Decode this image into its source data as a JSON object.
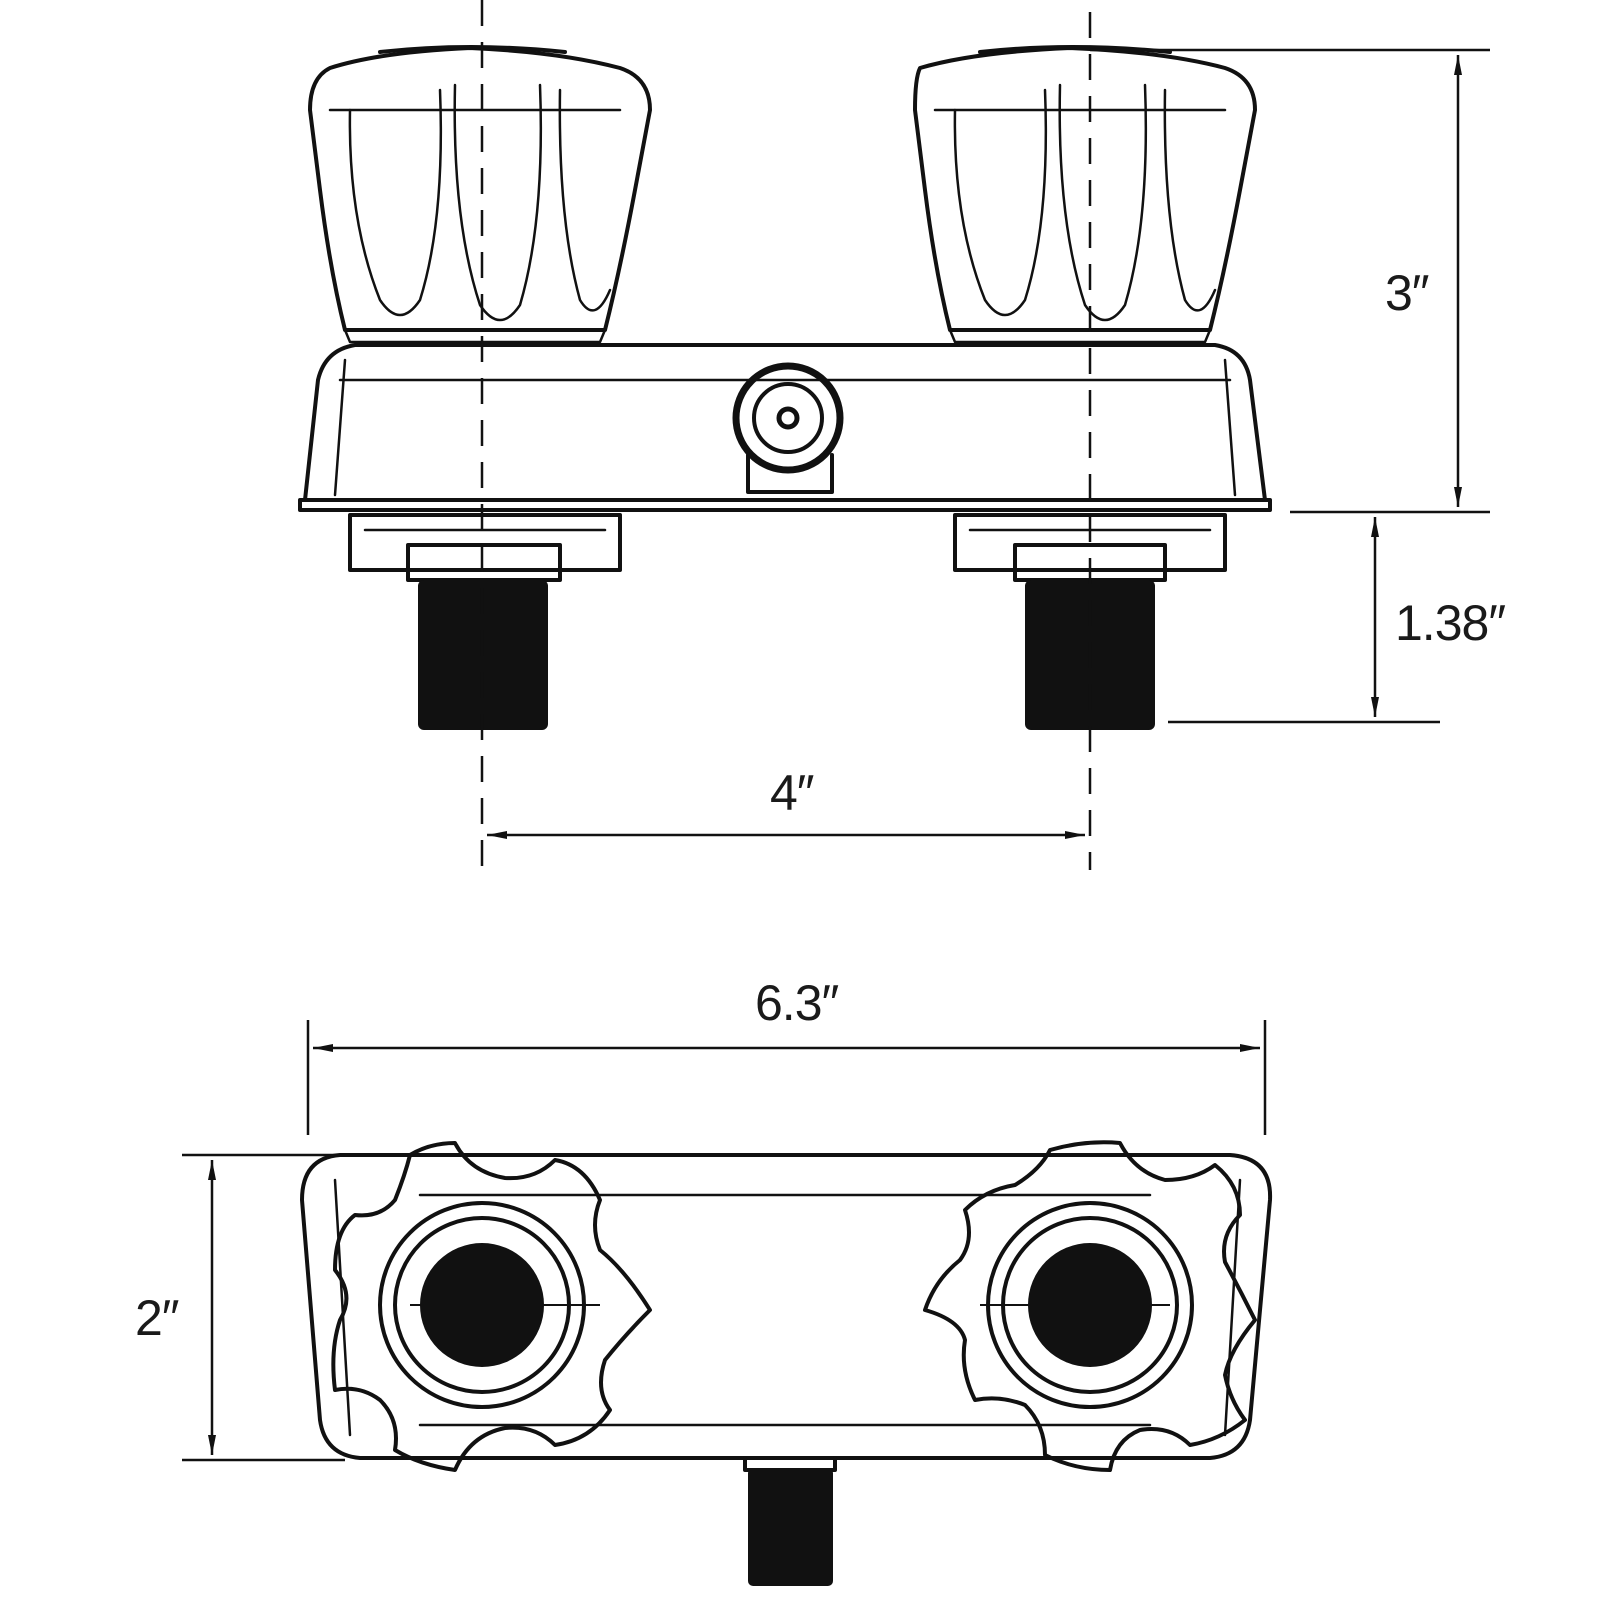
{
  "colors": {
    "line": "#111111",
    "background": "#ffffff"
  },
  "dimensions": {
    "height_total": "3″",
    "thread_length": "1.38″",
    "center_spacing": "4″",
    "overall_width": "6.3″",
    "depth": "2″"
  }
}
